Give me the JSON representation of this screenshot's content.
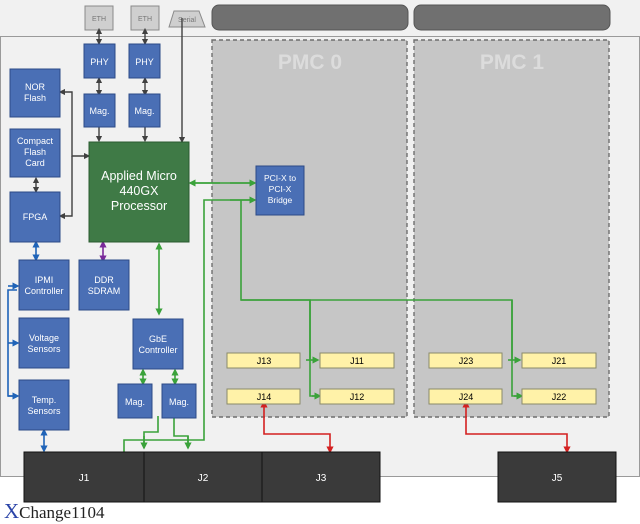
{
  "diagram": {
    "top_ports": {
      "eth1": "ETH",
      "eth2": "ETH",
      "serial": "Serial"
    },
    "pmc0": {
      "title": "PMC 0",
      "bridge": [
        "PCI-X to",
        "PCI-X",
        "Bridge"
      ],
      "j13": "J13",
      "j11": "J11",
      "j14": "J14",
      "j12": "J12"
    },
    "pmc1": {
      "title": "PMC 1",
      "j23": "J23",
      "j21": "J21",
      "j24": "J24",
      "j22": "J22"
    },
    "blocks": {
      "phy1": "PHY",
      "phy2": "PHY",
      "mag1": "Mag.",
      "mag2": "Mag.",
      "nor_flash": [
        "NOR",
        "Flash"
      ],
      "compact_flash": [
        "Compact",
        "Flash",
        "Card"
      ],
      "fpga": "FPGA",
      "processor": [
        "Applied Micro",
        "440GX",
        "Processor"
      ],
      "ipmi": [
        "IPMI",
        "Controller"
      ],
      "ddr": [
        "DDR",
        "SDRAM"
      ],
      "voltage": [
        "Voltage",
        "Sensors"
      ],
      "temp": [
        "Temp.",
        "Sensors"
      ],
      "gbe": [
        "GbE",
        "Controller"
      ],
      "mag3": "Mag.",
      "mag4": "Mag."
    },
    "connectors": {
      "j1": "J1",
      "j2": "J2",
      "j3": "J3",
      "j5": "J5"
    },
    "colors": {
      "block_fill": "#4a6fb5",
      "block_stroke": "#2c4a86",
      "processor_fill": "#3f7a46",
      "connector_fill": "#3a3a3a",
      "pmc_fill": "#c6c6c6",
      "slot_fill": "#fff2a8",
      "green_bus": "#3aa23a",
      "red_link": "#d42020"
    }
  },
  "caption": {
    "mark": "X",
    "text": "Change1104"
  }
}
